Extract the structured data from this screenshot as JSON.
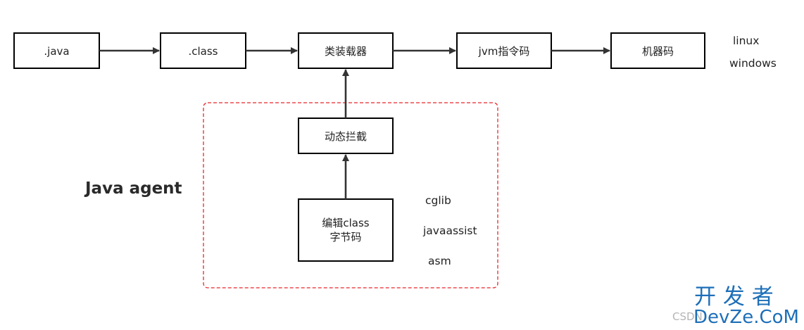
{
  "pipeline": {
    "source": ".java",
    "bytecode": ".class",
    "class_loader": "类装载器",
    "jvm_instructions": "jvm指令码",
    "machine_code": "机器码"
  },
  "platforms": [
    "linux",
    "windows"
  ],
  "agent": {
    "title": "Java agent",
    "intercept": "动态拦截",
    "edit_lines": [
      "编辑class",
      "字节码"
    ],
    "libraries": [
      "cglib",
      "javaassist",
      "asm"
    ]
  },
  "watermark": {
    "logo_line1": "开 发 者",
    "logo_line2": "DevZe.CoM",
    "csdn": "CSDN"
  },
  "colors": {
    "box_stroke": "#000000",
    "arrow": "#333333",
    "dashed_frame": "#e8262a",
    "logo": "#1d6fb8"
  }
}
